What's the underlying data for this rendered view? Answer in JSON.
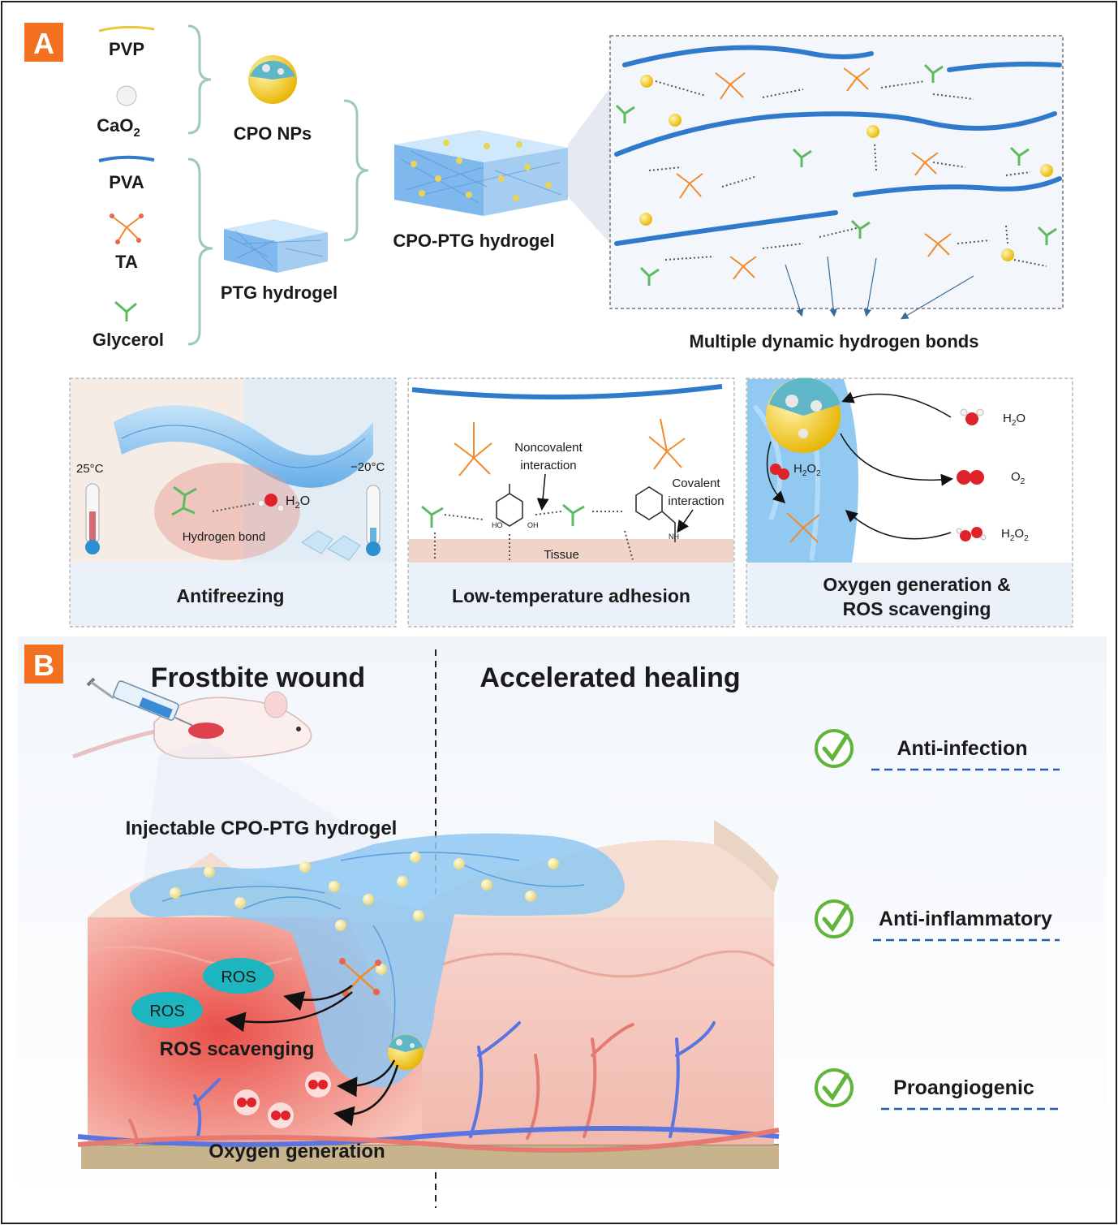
{
  "panel_a": {
    "label": "A",
    "components": {
      "pvp": "PVP",
      "cao2": "CaO",
      "cao2_sub": "2",
      "pva": "PVA",
      "ta": "TA",
      "glycerol": "Glycerol"
    },
    "cpo_nps": "CPO NPs",
    "ptg_hydrogel": "PTG hydrogel",
    "cpo_ptg_hydrogel": "CPO-PTG hydrogel",
    "network_caption": "Multiple dynamic hydrogen bonds",
    "boxes": {
      "antifreezing": {
        "title": "Antifreezing",
        "temp_warm": "25°C",
        "temp_cold": "−20°C",
        "hydrogen_bond": "Hydrogen bond",
        "water": "H",
        "water_sub": "2",
        "water_end": "O"
      },
      "adhesion": {
        "title": "Low-temperature adhesion",
        "noncovalent": "Noncovalent",
        "noncovalent2": "interaction",
        "covalent": "Covalent",
        "covalent2": "interaction",
        "tissue": "Tissue",
        "oh": "OH",
        "ho": "HO",
        "nh": "NH"
      },
      "oxygen": {
        "title_line1": "Oxygen generation &",
        "title_line2": "ROS scavenging",
        "h2o2_left": "H",
        "h2o2_left_sub": "2",
        "h2o2_left_mid": "O",
        "h2o2_left_sub2": "2",
        "h2o": "H",
        "h2o_sub": "2",
        "h2o_end": "O",
        "o2": "O",
        "o2_sub": "2",
        "h2o2_right": "H",
        "h2o2_right_sub": "2",
        "h2o2_right_mid": "O",
        "h2o2_right_sub2": "2"
      }
    }
  },
  "panel_b": {
    "label": "B",
    "left_title": "Frostbite wound",
    "right_title": "Accelerated healing",
    "injectable": "Injectable CPO-PTG hydrogel",
    "ros_1": "ROS",
    "ros_2": "ROS",
    "ros_scavenging": "ROS scavenging",
    "oxygen_generation": "Oxygen generation",
    "benefits": [
      "Anti-infection",
      "Anti-inflammatory",
      "Proangiogenic"
    ]
  },
  "colors": {
    "accent_orange": "#F37021",
    "polymer_blue": "#2F7ACB",
    "check_green": "#62B53A",
    "ros_teal": "#1DB5BF",
    "tissue_red": "#E4534F"
  }
}
